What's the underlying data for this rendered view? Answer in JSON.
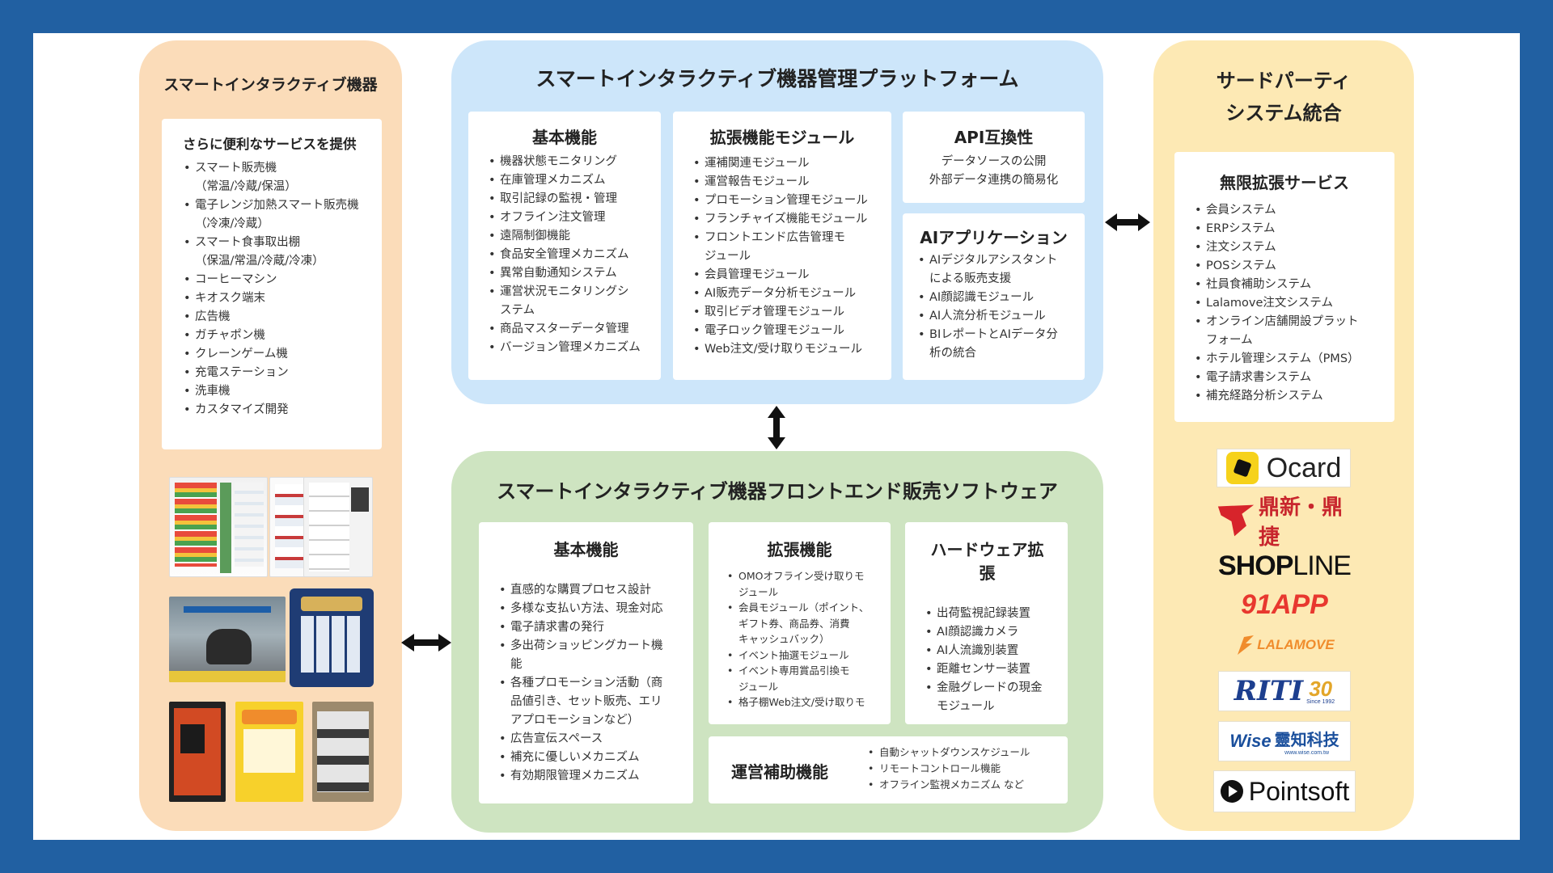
{
  "left": {
    "title": "スマートインタラクティブ機器",
    "card_title": "さらに便利なサービスを提供",
    "items": [
      "スマート販売機\n（常温/冷蔵/保温）",
      "電子レンジ加熱スマート販売機\n（冷凍/冷蔵）",
      "スマート食事取出棚\n（保温/常温/冷蔵/冷凍）",
      "コーヒーマシン",
      "キオスク端末",
      "広告機",
      "ガチャポン機",
      "クレーンゲーム機",
      "充電ステーション",
      "洗車機",
      "カスタマイズ開発"
    ]
  },
  "top": {
    "title": "スマートインタラクティブ機器管理プラットフォーム",
    "basic": {
      "title": "基本機能",
      "items": [
        "機器状態モニタリング",
        "在庫管理メカニズム",
        "取引記録の監視・管理",
        "オフライン注文管理",
        "遠隔制御機能",
        "食品安全管理メカニズム",
        "異常自動通知システム",
        "運営状況モニタリングシ\nステム",
        "商品マスターデータ管理",
        "バージョン管理メカニズム"
      ]
    },
    "ext": {
      "title": "拡張機能モジュール",
      "items": [
        "運補関連モジュール",
        "運営報告モジュール",
        "プロモーション管理モジュール",
        "フランチャイズ機能モジュール",
        "フロントエンド広告管理モ\nジュール",
        "会員管理モジュール",
        "AI販売データ分析モジュール",
        "取引ビデオ管理モジュール",
        "電子ロック管理モジュール",
        "Web注文/受け取りモジュール"
      ]
    },
    "api": {
      "title": "API互換性",
      "lines": [
        "データソースの公開",
        "外部データ連携の簡易化"
      ]
    },
    "ai": {
      "title": "AIアプリケーション",
      "items": [
        "AIデジタルアシスタント\nによる販売支援",
        "AI顔認識モジュール",
        "AI人流分析モジュール",
        "BIレポートとAIデータ分\n析の統合"
      ]
    }
  },
  "bottom": {
    "title": "スマートインタラクティブ機器フロントエンド販売ソフトウェア",
    "basic": {
      "title": "基本機能",
      "items": [
        "直感的な購買プロセス設計",
        "多様な支払い方法、現金対応",
        "電子請求書の発行",
        "多出荷ショッピングカート機\n能",
        "各種プロモーション活動（商\n品値引き、セット販売、エリ\nアプロモーションなど）",
        "広告宣伝スペース",
        "補充に優しいメカニズム",
        "有効期限管理メカニズム"
      ]
    },
    "ext": {
      "title": "拡張機能",
      "items": [
        "OMOオフライン受け取りモ\nジュール",
        "会員モジュール（ポイント、\nギフト券、商品券、消費\nキャッシュバック）",
        "イベント抽選モジュール",
        "イベント専用賞品引換モ\nジュール",
        "格子棚Web注文/受け取りモ"
      ]
    },
    "hw": {
      "title": "ハードウェア拡張",
      "items": [
        "出荷監視記録装置",
        "AI顔認識カメラ",
        "AI人流識別装置",
        "距離センサー装置",
        "金融グレードの現金\nモジュール"
      ]
    },
    "ops": {
      "title": "運営補助機能",
      "items": [
        "自動シャットダウンスケジュール",
        "リモートコントロール機能",
        "オフライン監視メカニズム など"
      ]
    }
  },
  "right": {
    "title_line1": "サードパーティ",
    "title_line2": "システム統合",
    "card_title": "無限拡張サービス",
    "items": [
      "会員システム",
      "ERPシステム",
      "注文システム",
      "POSシステム",
      "社員食補助システム",
      "Lalamove注文システム",
      "オンライン店舗開設プラット\nフォーム",
      "ホテル管理システム（PMS）",
      "電子請求書システム",
      "補充経路分析システム"
    ],
    "logos": {
      "ocard": "Ocard",
      "dingxin": "鼎新・鼎捷",
      "shopline_a": "SHOP",
      "shopline_b": "LINE",
      "app91": "91APP",
      "lalamove": "LALAMOVE",
      "riti": "RITI",
      "riti_since": "Since 1992",
      "riti_30": "30",
      "wise": "Wise",
      "wise_cn": "靈知科技",
      "wise_url": "www.wise.com.tw",
      "pointsoft": "Pointsoft"
    }
  },
  "colors": {
    "frame": "#2160a2",
    "left_bg": "#fbdcb9",
    "right_bg": "#fde9b4",
    "top_bg": "#cde6fa",
    "bottom_bg": "#cee4c1"
  }
}
